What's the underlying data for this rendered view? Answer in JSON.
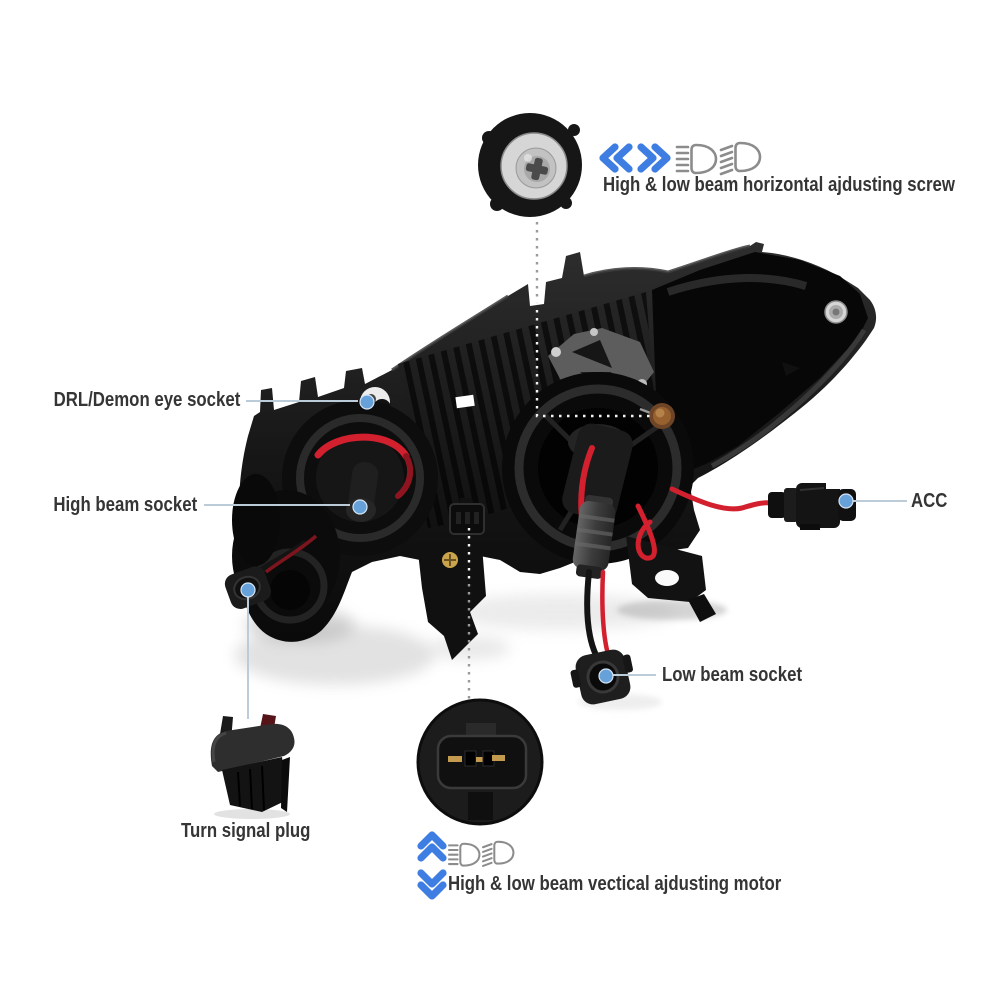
{
  "colors": {
    "background": "#ffffff",
    "accent_blue": "#3e7ee3",
    "dot_blue": "#66a1d9",
    "leader_line": "#bccbd8",
    "text_color": "#353535",
    "icon_gray": "#8c8c8c",
    "wire_red": "#d2202f"
  },
  "callouts": {
    "horizontal_screw": {
      "label": "High & low beam horizontal ajdusting screw"
    },
    "drl_socket": {
      "label": "DRL/Demon eye socket"
    },
    "high_beam_socket": {
      "label": "High beam socket"
    },
    "acc": {
      "label": "ACC"
    },
    "low_beam_socket": {
      "label": "Low beam socket"
    },
    "turn_signal_plug": {
      "label": "Turn signal plug"
    },
    "vertical_motor": {
      "label": "High & low beam vectical ajdusting motor"
    }
  },
  "icons": {
    "horizontal_adjust": [
      "double-chevron-left",
      "double-chevron-right",
      "high-beam",
      "low-beam"
    ],
    "vertical_adjust": [
      "double-chevron-up",
      "double-chevron-down",
      "high-beam",
      "low-beam"
    ]
  }
}
